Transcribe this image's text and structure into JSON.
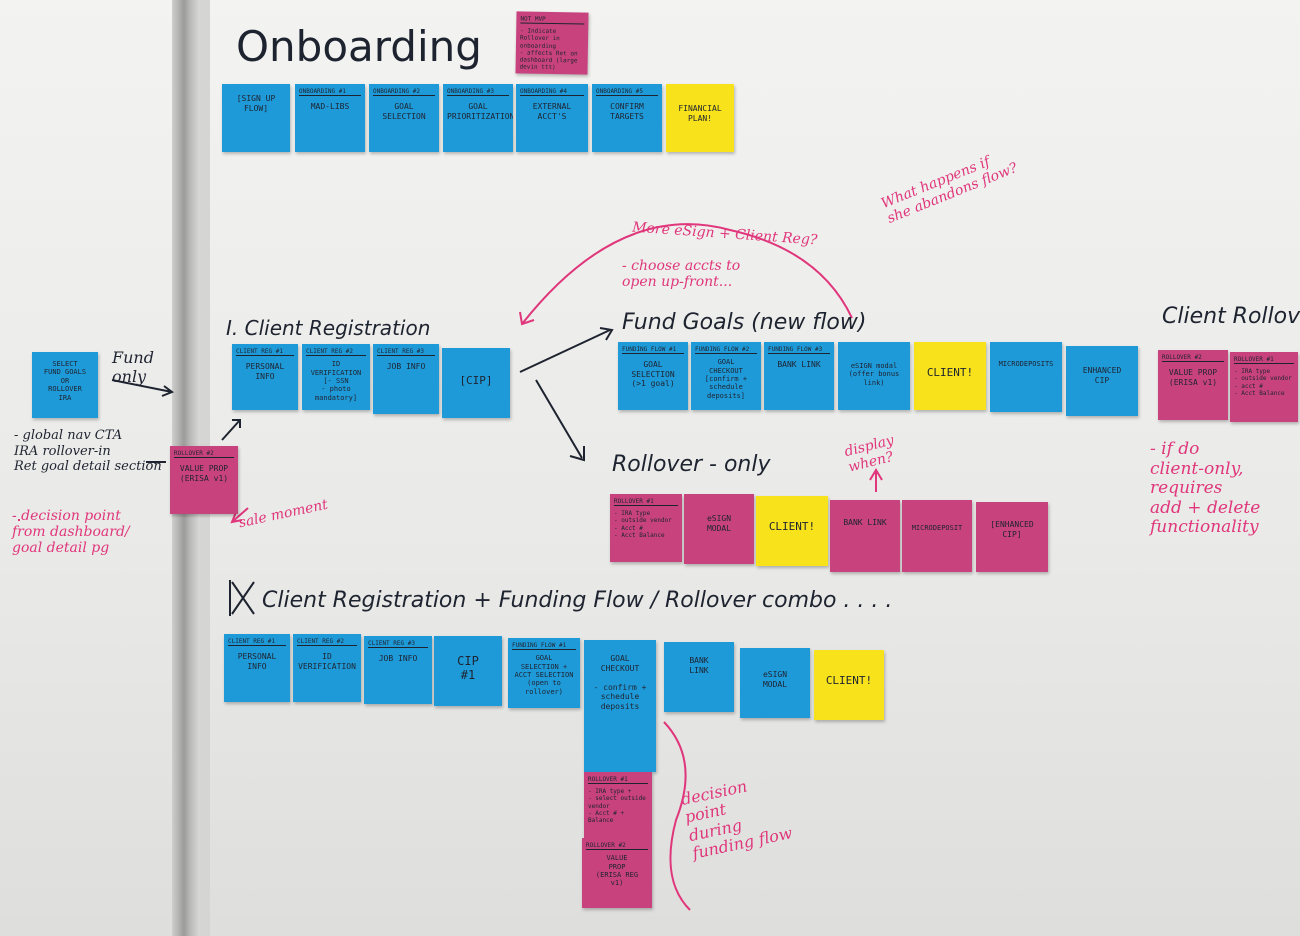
{
  "onboarding": {
    "title": "Onboarding",
    "mvp_note": {
      "header": "NOT MVP",
      "items": "- Indicate Rollover in onboarding\n- affects Ret on dashboard (large devin ttt)"
    },
    "notes": [
      {
        "header": "",
        "body": "[SIGN UP\nFLOW]"
      },
      {
        "header": "ONBOARDING #1",
        "body": "MAD-LIBS"
      },
      {
        "header": "ONBOARDING #2",
        "body": "GOAL SELECTION"
      },
      {
        "header": "ONBOARDING #3",
        "body": "GOAL\nPRIORITIZATION"
      },
      {
        "header": "ONBOARDING #4",
        "body": "EXTERNAL\nACCT'S"
      },
      {
        "header": "ONBOARDING #5",
        "body": "CONFIRM\nTARGETS"
      },
      {
        "header": "",
        "body": "FINANCIAL\nPLAN!"
      }
    ]
  },
  "client_registration": {
    "title": "I. Client Registration",
    "notes": [
      {
        "header": "CLIENT REG #1",
        "body": "PERSONAL\nINFO"
      },
      {
        "header": "CLIENT REG #2",
        "body": "ID VERIFICATION\n[- SSN\n- photo mandatory]"
      },
      {
        "header": "CLIENT REG #3",
        "body": "JOB INFO"
      },
      {
        "header": "",
        "body": "[CIP]"
      }
    ]
  },
  "fund_goals": {
    "title": "Fund Goals (new flow)",
    "notes": [
      {
        "header": "FUNDING FLOW #1",
        "body": "GOAL SELECTION\n(>1 goal)"
      },
      {
        "header": "FUNDING FLOW #2",
        "body": "GOAL\nCHECKOUT\n[confirm + schedule deposits]"
      },
      {
        "header": "FUNDING FLOW #3",
        "body": "BANK LINK"
      },
      {
        "header": "",
        "body": "eSIGN modal\n(offer bonus link)"
      },
      {
        "header": "",
        "body": "CLIENT!"
      },
      {
        "header": "",
        "body": "MICRODEPOSITS"
      },
      {
        "header": "",
        "body": "ENHANCED\nCIP"
      }
    ]
  },
  "client_rollover": {
    "title": "Client Rollover",
    "notes": [
      {
        "header": "ROLLOVER #2",
        "body": "VALUE PROP\n(ERISA v1)"
      },
      {
        "header": "ROLLOVER #1",
        "items": "- IRA type\n- outside vendor\n- acct #\n- Acct Balance"
      }
    ]
  },
  "rollover_only": {
    "title": "Rollover - only",
    "notes": [
      {
        "header": "ROLLOVER #1",
        "items": "- IRA type\n- outside vendor\n- Acct #\n- Acct Balance"
      },
      {
        "header": "",
        "body": "eSIGN\nMODAL"
      },
      {
        "header": "",
        "body": "CLIENT!"
      },
      {
        "header": "",
        "body": "BANK LINK"
      },
      {
        "header": "",
        "body": "MICRODEPOSIT"
      },
      {
        "header": "",
        "body": "[ENHANCED\nCIP]"
      }
    ]
  },
  "combo": {
    "title": "Client Registration + Funding Flow / Rollover combo . . . .",
    "notes": [
      {
        "header": "CLIENT REG #1",
        "body": "PERSONAL\nINFO"
      },
      {
        "header": "CLIENT REG #2",
        "body": "ID\nVERIFICATION"
      },
      {
        "header": "CLIENT REG #3",
        "body": "JOB INFO"
      },
      {
        "header": "",
        "body": "CIP\n#1"
      },
      {
        "header": "FUNDING FLOW #1",
        "body": "GOAL\nSELECTION +\nACCT SELECTION\n(open to rollover)"
      },
      {
        "header": "",
        "body": "GOAL\nCHECKOUT\n\n- confirm +\nschedule\ndeposits"
      },
      {
        "header": "",
        "body": "BANK\nLINK"
      },
      {
        "header": "",
        "body": "eSIGN\nMODAL"
      },
      {
        "header": "",
        "body": "CLIENT!"
      }
    ],
    "rollover_notes": [
      {
        "header": "ROLLOVER #1",
        "items": "- IRA type +\n- select outside vendor\n- Acct # +\nBalance"
      },
      {
        "header": "ROLLOVER #2",
        "body": "VALUE\nPROP\n(ERISA REG\nv1)"
      }
    ]
  },
  "left": {
    "select_note": {
      "body": "SELECT\nFUND GOALS\nOR\nROLLOVER\nIRA"
    },
    "fund_only": "Fund\nonly",
    "entry_points": "- global nav CTA\nIRA rollover-in\nRet goal detail section",
    "decision": "- decision point\nfrom dashboard/\ngoal detail pg",
    "rollover_note": {
      "header": "ROLLOVER #2",
      "body": "VALUE PROP\n(ERISA v1)"
    },
    "sale_moment": "sale moment"
  },
  "annotations": {
    "what_happens": "What happens if\nshe abandons flow?",
    "more_esign": "More eSign + Client Reg?",
    "choose_accts": "- choose accts to\nopen up-front...",
    "display_when": "display\nwhen?",
    "if_do_client": "- if do\nclient-only,\nrequires\nadd + delete\nfunctionality",
    "decision_funding": "decision\npoint\nduring\nfunding flow"
  }
}
